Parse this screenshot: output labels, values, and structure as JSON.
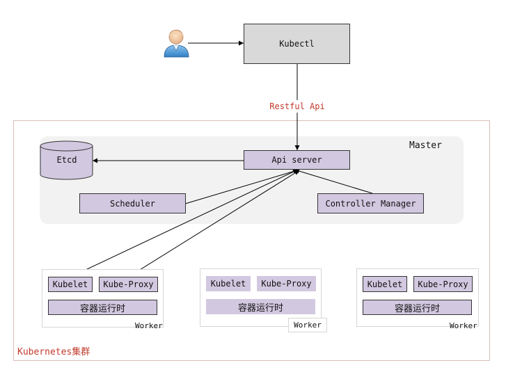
{
  "kubectl": "Kubectl",
  "restful": "Restful Api",
  "master": {
    "title": "Master",
    "etcd": "Etcd",
    "apiserver": "Api server",
    "scheduler": "Scheduler",
    "controller": "Controller Manager"
  },
  "workers": [
    {
      "kubelet": "Kubelet",
      "proxy": "Kube-Proxy",
      "runtime": "容器运行时",
      "label": "Worker"
    },
    {
      "kubelet": "Kubelet",
      "proxy": "Kube-Proxy",
      "runtime": "容器运行时",
      "label": "Worker"
    },
    {
      "kubelet": "Kubelet",
      "proxy": "Kube-Proxy",
      "runtime": "容器运行时",
      "label": "Worker"
    }
  ],
  "cluster_label": "Kubernetes集群",
  "colors": {
    "component": "#d2c8e0",
    "kubectl": "#d9d9d9",
    "cluster_label": "#c0392b",
    "master_bg": "#f2f2f2"
  },
  "icons": {
    "user": "user-icon"
  }
}
